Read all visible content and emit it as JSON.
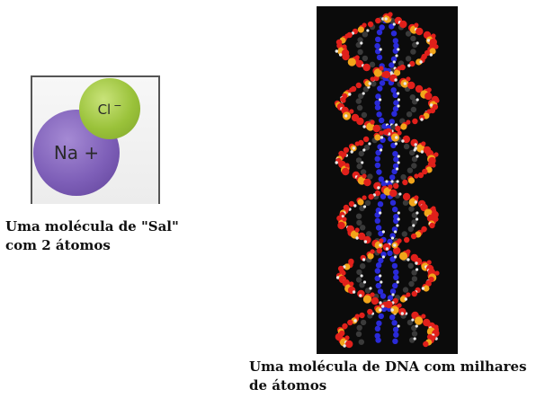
{
  "salt": {
    "na_label": "Na +",
    "cl_label": "Cl",
    "cl_charge": "−",
    "caption_line1": "Uma molécula de \"Sal\"",
    "caption_line2": "com 2 átomos"
  },
  "dna": {
    "caption_line1": "Uma molécula de DNA com milhares",
    "caption_line2": "de átomos"
  },
  "colors": {
    "sodium": "#7e5fb8",
    "chlorine": "#9ac23a",
    "dna_background": "#0b0b0b",
    "dna_oxygen": "#e0201b",
    "dna_phosphorus": "#f2a51a",
    "dna_nitrogen": "#2a2ad8",
    "dna_carbon": "#3a3a3a",
    "dna_hydrogen": "#e8e8e8"
  }
}
